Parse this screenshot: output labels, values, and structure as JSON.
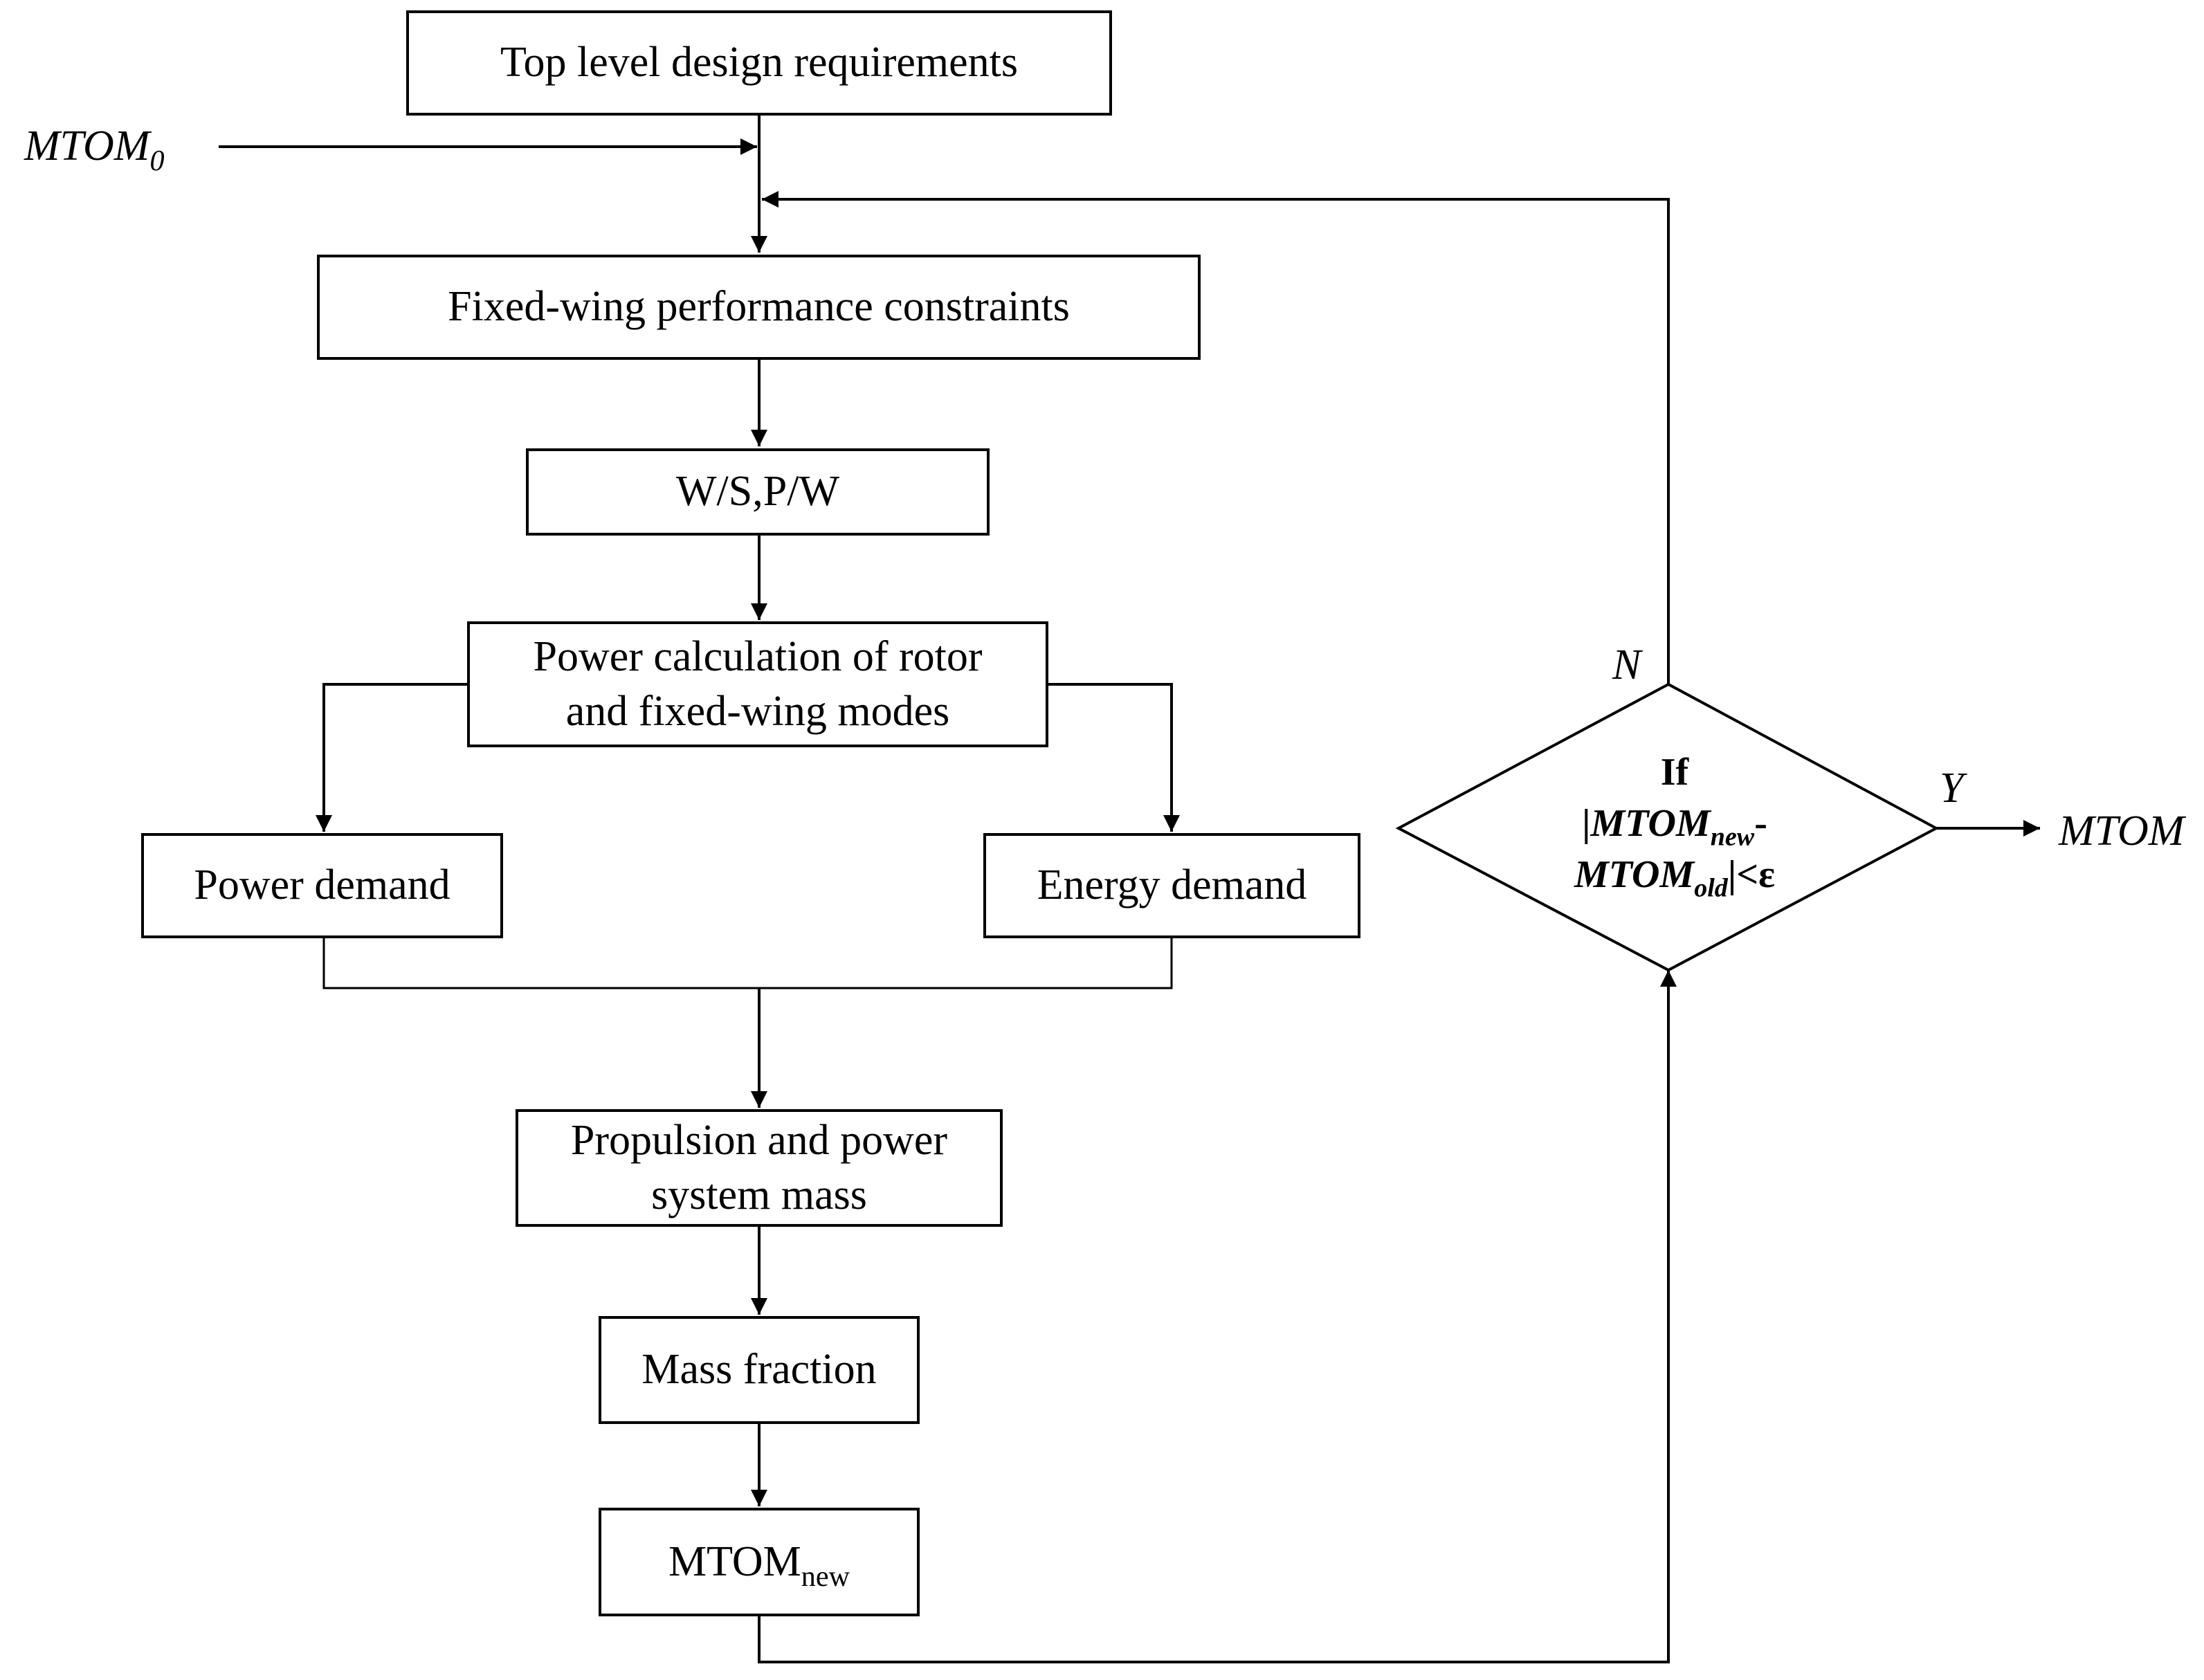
{
  "nodes": {
    "top_requirements": "Top level design requirements",
    "fixed_wing_constraints": "Fixed-wing performance constraints",
    "ws_pw": "W/S,P/W",
    "power_calc_line1": "Power calculation of rotor",
    "power_calc_line2": "and fixed-wing modes",
    "power_demand": "Power demand",
    "energy_demand": "Energy demand",
    "propulsion_line1": "Propulsion and power",
    "propulsion_line2": "system mass",
    "mass_fraction": "Mass fraction",
    "mtom_new_base": "MTOM",
    "mtom_new_sub": "new"
  },
  "inputs": {
    "mtom0_base": "MTOM",
    "mtom0_sub": "0"
  },
  "decision": {
    "if_label": "If",
    "bar_open": "|",
    "mtom_a": "MTOM",
    "sub_a": "new",
    "dash": "-",
    "mtom_b": "MTOM",
    "sub_b": "old",
    "tail": "|<ε",
    "no_label": "N",
    "yes_label": "Y"
  },
  "output": {
    "mtom": "MTOM"
  }
}
